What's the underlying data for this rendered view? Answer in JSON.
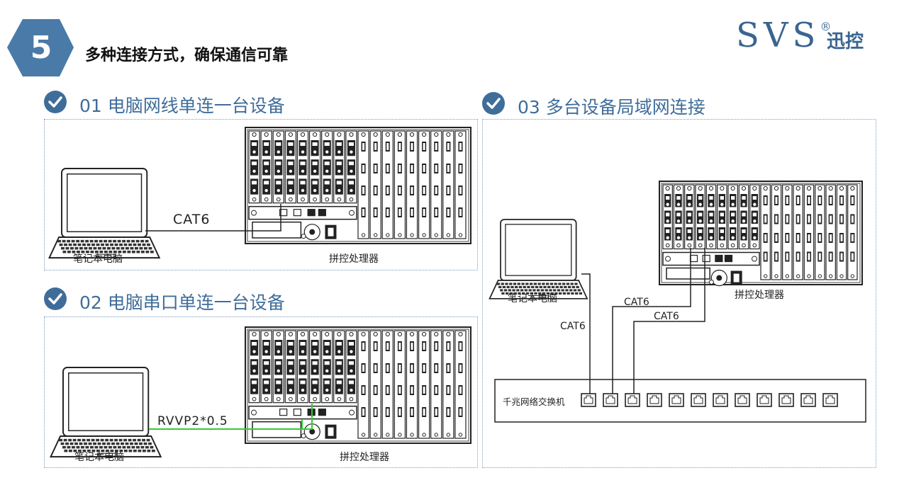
{
  "header": {
    "step_number": "5",
    "title": "多种连接方式，确保通信可靠",
    "logo_text": "SVS",
    "logo_registered": "®",
    "logo_cn": "迅控"
  },
  "sections": [
    {
      "title": "01 电脑网线单连一台设备",
      "laptop_label": "笔记本电脑",
      "device_label": "拼控处理器",
      "cable_label": "CAT6"
    },
    {
      "title": "02 电脑串口单连一台设备",
      "laptop_label": "笔记本电脑",
      "device_label": "拼控处理器",
      "cable_label": "RVVP2*0.5"
    },
    {
      "title": "03 多台设备局域网连接",
      "laptop_label": "笔记本电脑",
      "device_label": "拼控处理器",
      "switch_label": "千兆网络交换机",
      "cable_labels": [
        "CAT6",
        "CAT6",
        "CAT6"
      ]
    }
  ],
  "colors": {
    "accent": "#3f6d9a",
    "hexagon": "#4a7aa8",
    "serial_cable": "#33cc33"
  }
}
